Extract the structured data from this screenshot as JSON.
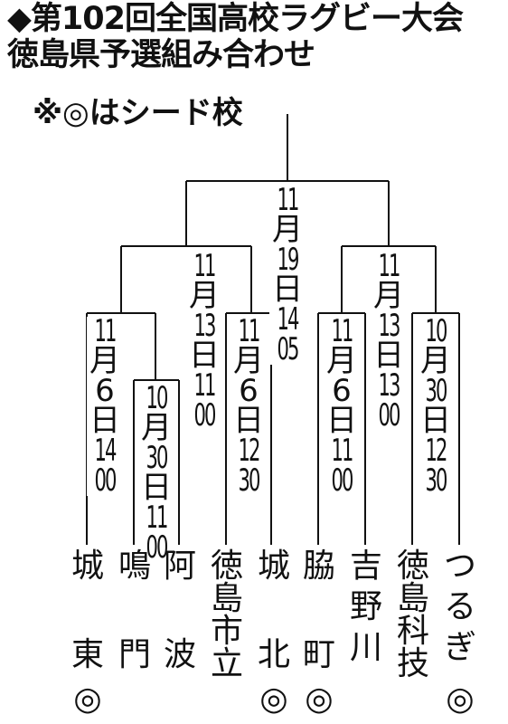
{
  "title_line1": "◆第102回全国高校ラグビー大会",
  "title_line2": "徳島県予選組み合わせ",
  "note": "※◎はシード校",
  "matches": {
    "final": "11月19日14時05",
    "semi_left": "11月13日11時00",
    "semi_right": "11月13日13時00",
    "q1": "11月6日14時00",
    "q2": "10月30日11時00",
    "q3": "11月6日12時30",
    "q4": "11月6日11時00",
    "q5": "10月30日12時30"
  },
  "teams": [
    {
      "name": "城東",
      "seed": "◎"
    },
    {
      "name": "鳴門",
      "seed": ""
    },
    {
      "name": "阿波",
      "seed": ""
    },
    {
      "name": "徳島市立",
      "seed": ""
    },
    {
      "name": "城北",
      "seed": "◎"
    },
    {
      "name": "脇町",
      "seed": "◎"
    },
    {
      "name": "吉野川",
      "seed": ""
    },
    {
      "name": "徳島科技",
      "seed": ""
    },
    {
      "name": "つるぎ",
      "seed": "◎"
    }
  ]
}
